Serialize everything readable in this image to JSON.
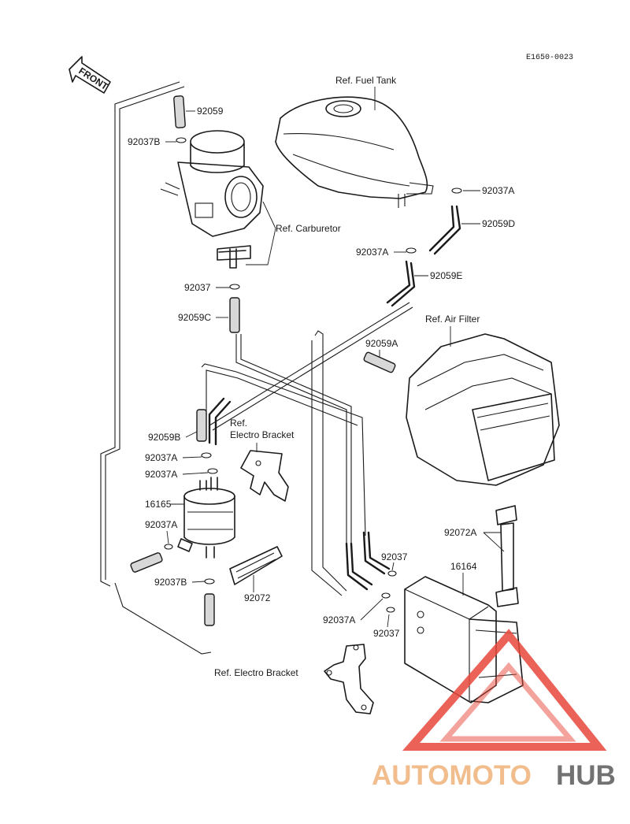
{
  "diagram_code": "E1650-0023",
  "front_label": "FRONT",
  "labels": {
    "fuel_tank": "Ref. Fuel Tank",
    "carburetor": "Ref. Carburetor",
    "air_filter": "Ref. Air Filter",
    "electro_bracket_top_line1": "Ref.",
    "electro_bracket_top_line2": "Electro Bracket",
    "electro_bracket_bottom": "Ref. Electro Bracket"
  },
  "parts": {
    "p92059": "92059",
    "p92037B_top": "92037B",
    "p92037A_tank": "92037A",
    "p92059D": "92059D",
    "p92037A_mid": "92037A",
    "p92059E": "92059E",
    "p92037_carb": "92037",
    "p92059C": "92059C",
    "p92059A": "92059A",
    "p92059B": "92059B",
    "p92037A_1": "92037A",
    "p92037A_2": "92037A",
    "p16165": "16165",
    "p92037A_3": "92037A",
    "p92037B_low": "92037B",
    "p92072": "92072",
    "p92037_canister_top": "92037",
    "p16164": "16164",
    "p92072A": "92072A",
    "p92037A_canister": "92037A",
    "p92037_canister_low": "92037"
  },
  "watermark": {
    "part1": "AUTOMOTO",
    "part2": "HUB",
    "color_primary": "#f0b27a",
    "color_secondary": "#5a5a5a",
    "color_triangle": "#e8483c"
  }
}
